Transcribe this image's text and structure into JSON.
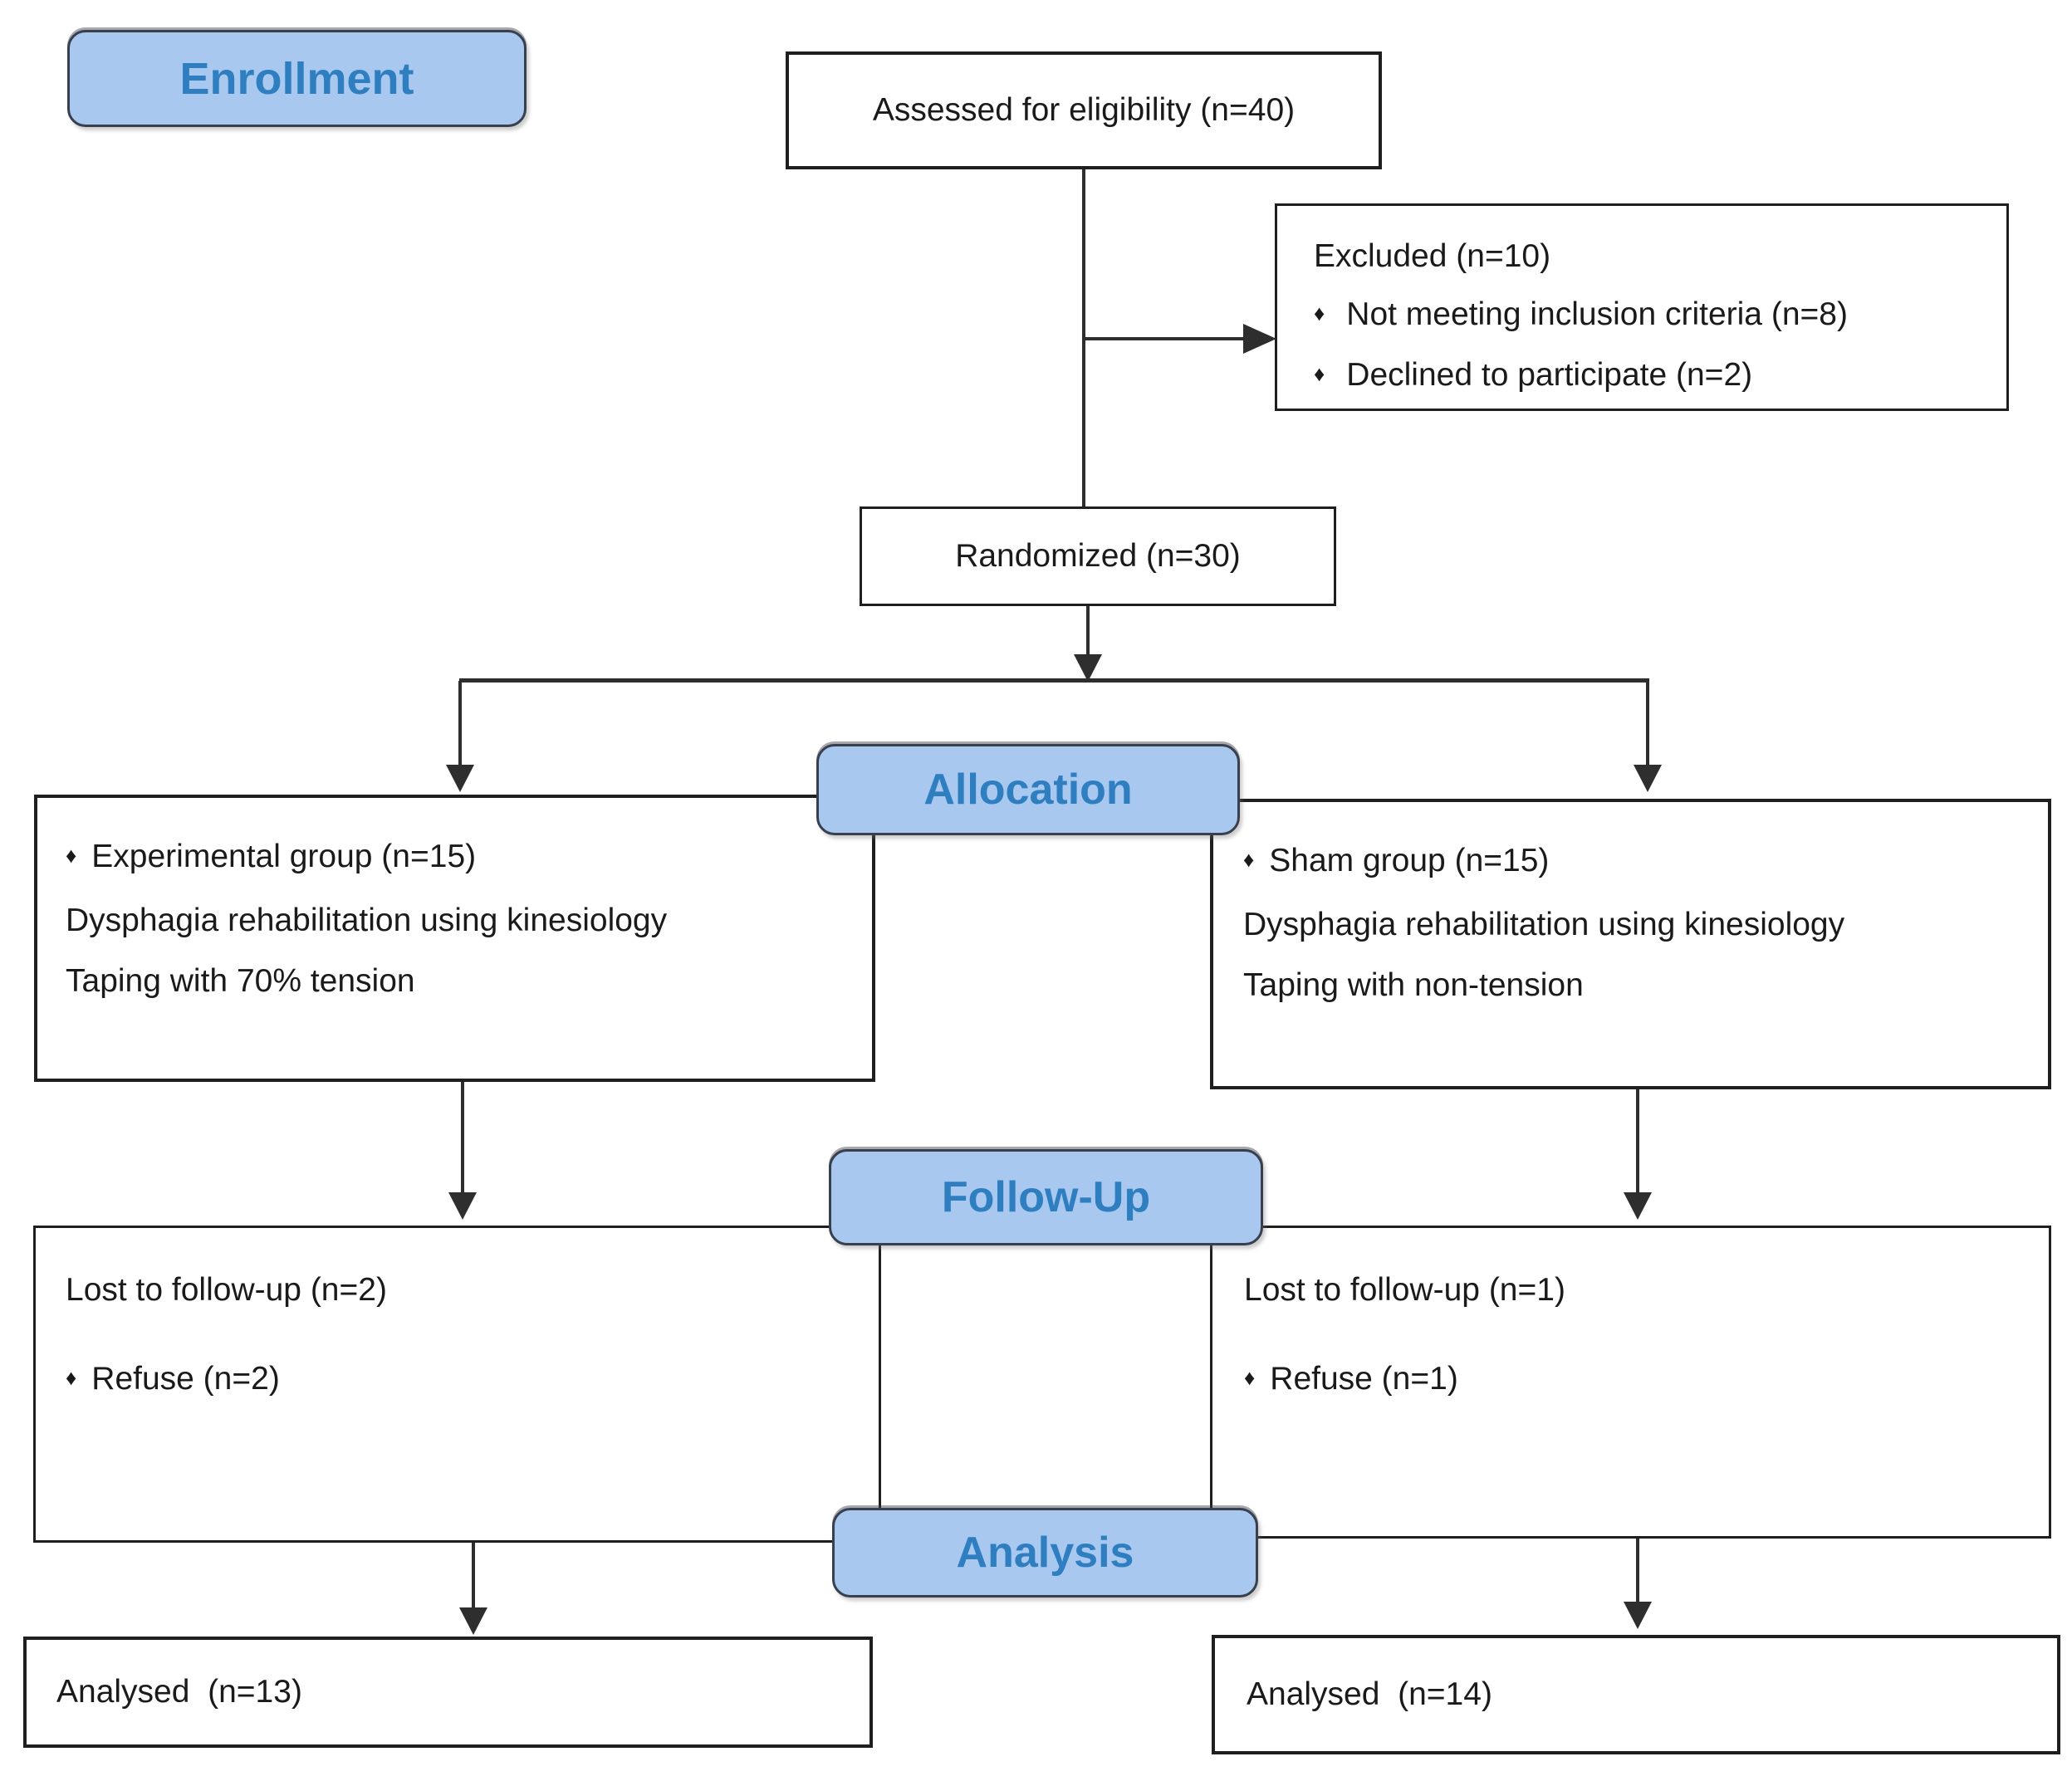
{
  "bullet_glyph": "♦",
  "palette": {
    "stage_fill": "#A8C8F0",
    "stage_border": "#39404d",
    "stage_text": "#2E7EC0",
    "box_border": "#1f1f1f",
    "line_color": "#2e2e2e",
    "body_text": "#1a1a1a"
  },
  "stages": {
    "enrollment": "Enrollment",
    "allocation": "Allocation",
    "followup": "Follow-Up",
    "analysis": "Analysis"
  },
  "boxes": {
    "assessed": {
      "text": "Assessed for eligibility (n=40)"
    },
    "excluded": {
      "title": "Excluded (n=10)",
      "items": [
        "Not meeting inclusion criteria (n=8)",
        "Declined to participate (n=2)"
      ]
    },
    "randomized": {
      "text": "Randomized (n=30)"
    },
    "alloc_left": {
      "bullet_line": "Experimental group (n=15)",
      "lines": [
        "Dysphagia rehabilitation using kinesiology",
        "Taping with 70% tension"
      ]
    },
    "alloc_right": {
      "bullet_line": "Sham group (n=15)",
      "lines": [
        "Dysphagia rehabilitation using kinesiology",
        "Taping with non-tension"
      ]
    },
    "fu_left": {
      "title": "Lost to follow-up (n=2)",
      "bullet_line": "Refuse (n=2)"
    },
    "fu_right": {
      "title": "Lost to follow-up (n=1)",
      "bullet_line": "Refuse (n=1)"
    },
    "analysed_left": {
      "text": "Analysed  (n=13)"
    },
    "analysed_right": {
      "text": "Analysed  (n=14)"
    }
  }
}
